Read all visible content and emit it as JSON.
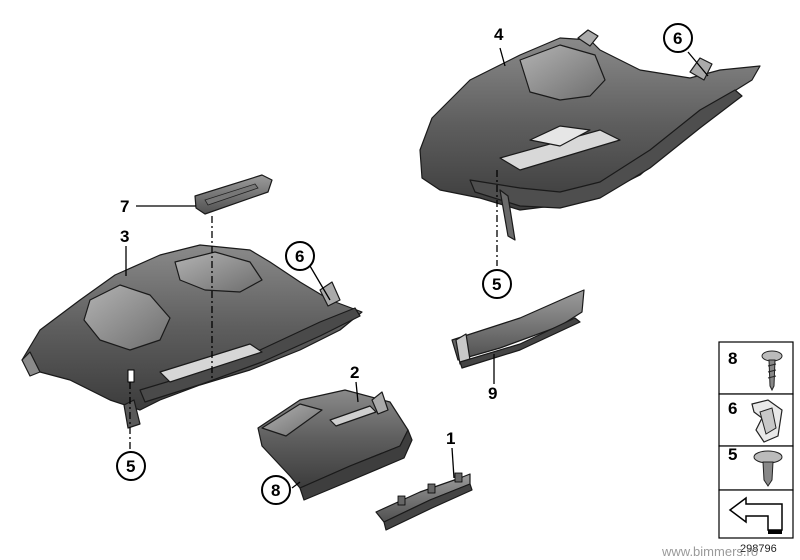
{
  "callouts": {
    "c1": "1",
    "c2": "2",
    "c3": "3",
    "c4": "4",
    "c5a": "5",
    "c5b": "5",
    "c6a": "6",
    "c6b": "6",
    "c7": "7",
    "c8": "8",
    "c9": "9"
  },
  "legend": {
    "items": [
      "8",
      "6",
      "5"
    ]
  },
  "footer": {
    "diagram_code": "298796",
    "watermark": "www.bimmers.ro"
  }
}
